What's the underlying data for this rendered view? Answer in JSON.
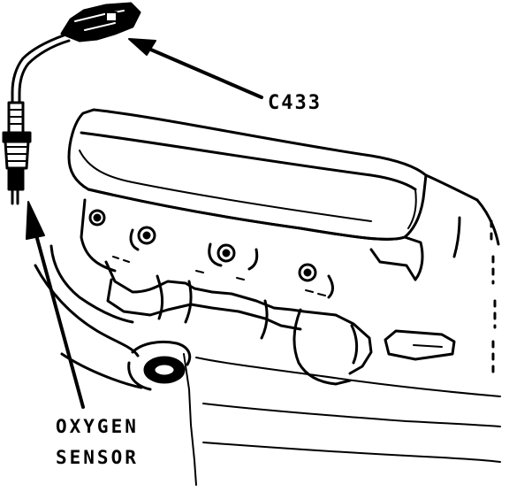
{
  "labels": {
    "connector": "C433",
    "sensor_line1": "OXYGEN",
    "sensor_line2": "SENSOR"
  },
  "colors": {
    "ink": "#000000",
    "paper": "#ffffff"
  }
}
